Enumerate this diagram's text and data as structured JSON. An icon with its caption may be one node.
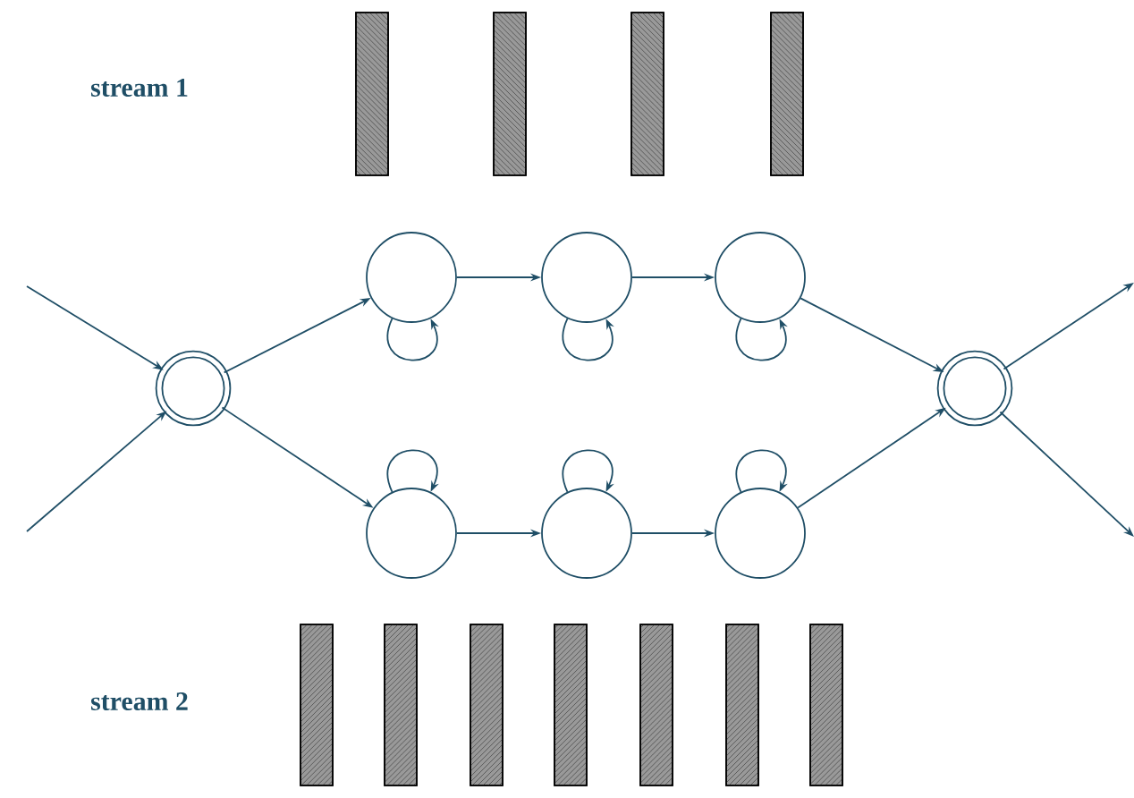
{
  "diagram": {
    "nodes": [
      {
        "text": [],
        "shape": "circle"
      },
      {
        "text": [],
        "shape": "circle"
      },
      {
        "text": [],
        "shape": "circle"
      },
      {
        "text": [],
        "shape": "circle"
      },
      {
        "text": [],
        "shape": "circle"
      },
      {
        "text": [],
        "shape": "circle"
      },
      {
        "text": [],
        "shape": "circle"
      },
      {
        "text": [],
        "shape": "circle"
      }
    ],
    "edges": [
      {
        "from": null,
        "to": 0,
        "arrow": "to"
      },
      {
        "from": null,
        "to": 0,
        "arrow": "to"
      },
      {
        "from": 0,
        "to": 1,
        "arrow": "to"
      },
      {
        "from": 0,
        "to": 4,
        "arrow": "to"
      },
      {
        "from": 1,
        "to": 1,
        "arrow": "to"
      },
      {
        "from": 1,
        "to": 2,
        "arrow": "to"
      },
      {
        "from": 2,
        "to": 2,
        "arrow": "to"
      },
      {
        "from": 2,
        "to": 3,
        "arrow": "to"
      },
      {
        "from": 3,
        "to": 3,
        "arrow": "to"
      },
      {
        "from": 3,
        "to": 7,
        "arrow": "to"
      },
      {
        "from": 4,
        "to": 4,
        "arrow": "to"
      },
      {
        "from": 4,
        "to": 5,
        "arrow": "to"
      },
      {
        "from": 5,
        "to": 5,
        "arrow": "to"
      },
      {
        "from": 5,
        "to": 6,
        "arrow": "to"
      },
      {
        "from": 6,
        "to": 6,
        "arrow": "to"
      },
      {
        "from": 6,
        "to": 7,
        "arrow": "to"
      },
      {
        "from": 7,
        "to": null,
        "arrow": "to"
      },
      {
        "from": 7,
        "to": null,
        "arrow": "to"
      }
    ],
    "labels": [
      "stream 1",
      "stream 2"
    ]
  }
}
